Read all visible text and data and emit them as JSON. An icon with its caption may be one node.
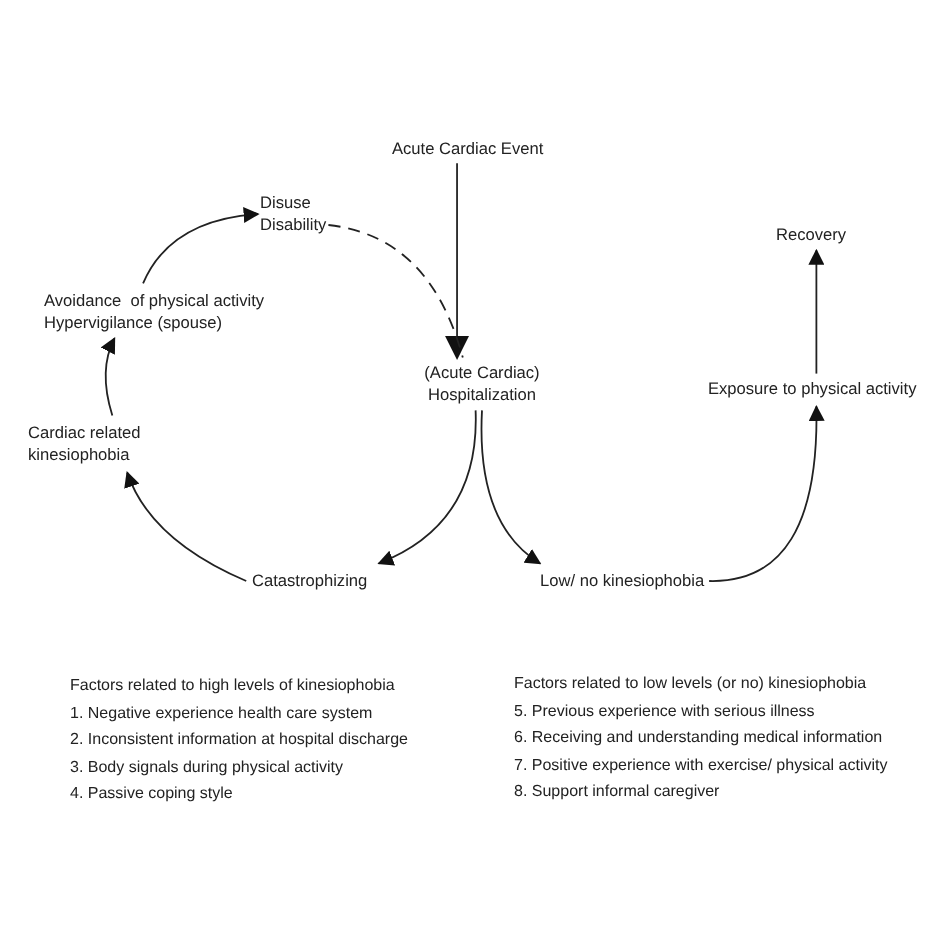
{
  "diagram": {
    "nodes": [
      {
        "text": [
          "Acute Cardiac Event"
        ]
      },
      {
        "text": [
          "Disuse",
          "Disability"
        ]
      },
      {
        "text": [
          "(Acute Cardiac) Hospitalization"
        ]
      },
      {
        "text": [
          "Avoidance  of physical activity",
          "Hypervigilance (spouse)"
        ]
      },
      {
        "text": [
          "Cardiac related kinesiophobia"
        ]
      },
      {
        "text": [
          "Catastrophizing"
        ]
      },
      {
        "text": [
          "Low/ no kinesiophobia"
        ]
      },
      {
        "text": [
          "Exposure to physical activity"
        ]
      },
      {
        "text": [
          "Recovery"
        ]
      }
    ],
    "edges": [
      {
        "from": 0,
        "to": 2,
        "arrow": "to"
      },
      {
        "from": 1,
        "to": 2,
        "arrow": "none",
        "style": "dashed"
      },
      {
        "from": 2,
        "to": 5,
        "arrow": "to"
      },
      {
        "from": 2,
        "to": 6,
        "arrow": "to"
      },
      {
        "from": 5,
        "to": 4,
        "arrow": "to"
      },
      {
        "from": 4,
        "to": 3,
        "arrow": "to"
      },
      {
        "from": 3,
        "to": 1,
        "arrow": "to"
      },
      {
        "from": 6,
        "to": 7,
        "arrow": "to"
      },
      {
        "from": 7,
        "to": 8,
        "arrow": "to"
      }
    ],
    "labels": [
      "Factors related to high levels of kinesiophobia",
      "1. Negative experience health care system",
      "2. Inconsistent information at hospital discharge",
      "3. Body signals during physical activity",
      "4. Passive coping style",
      "Factors related to low levels (or no) kinesiophobia",
      "5. Previous experience with serious illness",
      "6. Receiving and understanding medical information",
      "7. Positive experience with exercise/ physical activity",
      "8. Support informal caregiver"
    ]
  }
}
